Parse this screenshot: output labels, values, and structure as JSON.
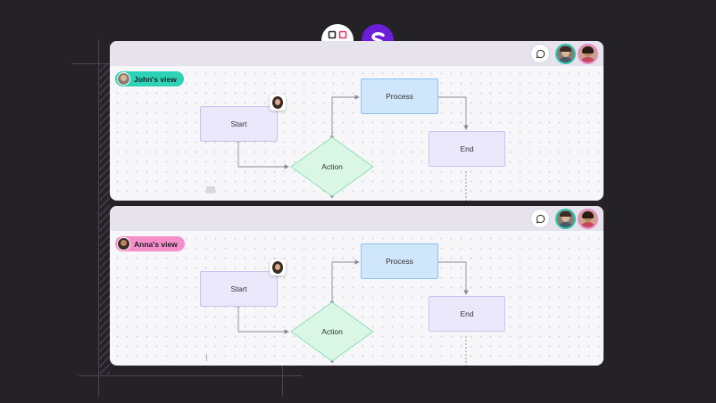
{
  "app_logos": {
    "left": "board-grid-icon",
    "right": "s-brand-icon",
    "brand_color": "#6a1fd6",
    "board_color": "#e2336b"
  },
  "panels": [
    {
      "view_label": "John's view",
      "label_color": "#2ed3b7",
      "nodes": {
        "start": "Start",
        "action": "Action",
        "process": "Process",
        "end": "End"
      }
    },
    {
      "view_label": "Anna's view",
      "label_color": "#f48fcb",
      "nodes": {
        "start": "Start",
        "action": "Action",
        "process": "Process",
        "end": "End"
      }
    }
  ]
}
